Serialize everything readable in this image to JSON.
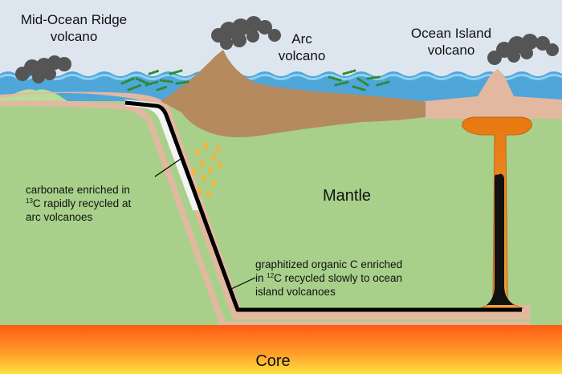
{
  "labels": {
    "mor_line1": "Mid-Ocean Ridge",
    "mor_line2": "volcano",
    "arc_line1": "Arc",
    "arc_line2": "volcano",
    "oi_line1": "Ocean Island",
    "oi_line2": "volcano",
    "mantle": "Mantle",
    "core": "Core"
  },
  "annotations": {
    "carbonate": {
      "line1": "carbonate enriched in",
      "line2_sup": "13",
      "line2_text": "C rapidly recycled at",
      "line3": "arc volcanoes"
    },
    "graphite": {
      "line1": "graphitized organic C enriched",
      "line2_pre": "in ",
      "line2_sup": "12",
      "line2_text": "C recycled slowly to ocean",
      "line3": "island volcanoes"
    }
  },
  "colors": {
    "sky": "#dde6ef",
    "ocean": "#4fa6d9",
    "ocean_light": "#8fd0f2",
    "mantle": "#a8d08a",
    "crust": "#e2b8a0",
    "arc_crust": "#b48a5e",
    "slab_line": "#000000",
    "plume": "#e8780f",
    "smoke": "#555555",
    "algae": "#2e8b2e",
    "droplets": "#e8b84a",
    "core_top": "#ff5a14",
    "core_bottom": "#ffe040"
  }
}
